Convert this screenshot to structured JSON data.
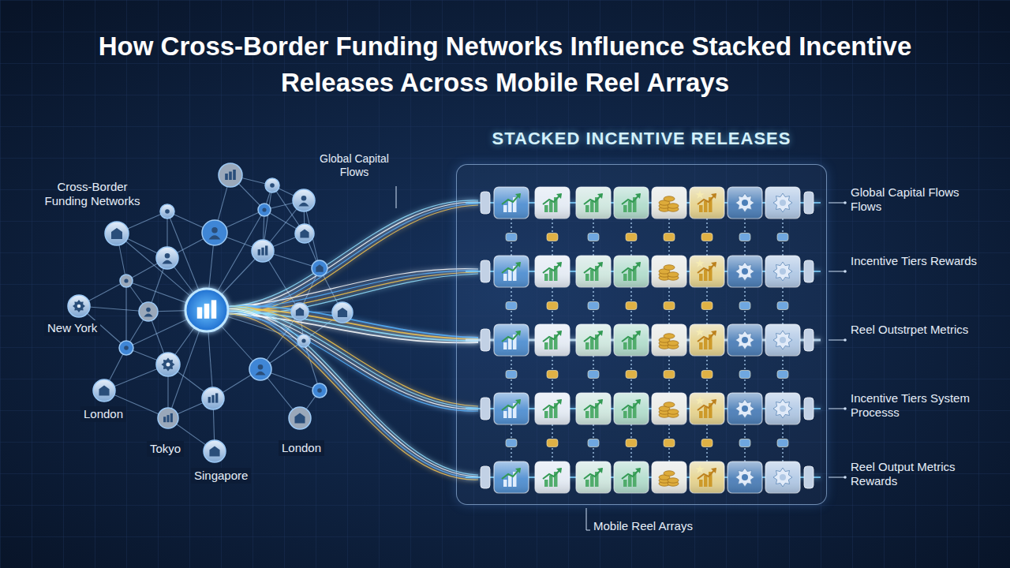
{
  "diagram": {
    "title": "How Cross-Border Funding Networks Influence Stacked Incentive Releases Across Mobile Reel Arrays",
    "nodes": [
      {
        "text": [
          "STACKED INCENTIVE RELEASES"
        ]
      }
    ],
    "labels": [
      "Cross-Border Funding Networks",
      "Global Capital Flows",
      "New York",
      "London",
      "Tokyo",
      "Singapore",
      "London",
      "Global Capital Flows Flows",
      "Incentive Tiers Rewards",
      "Reel Outstrpet Metrics",
      "Incentive Tiers System Processs",
      "Reel Output Metrics Rewards",
      "Mobile Reel Arrays"
    ]
  }
}
